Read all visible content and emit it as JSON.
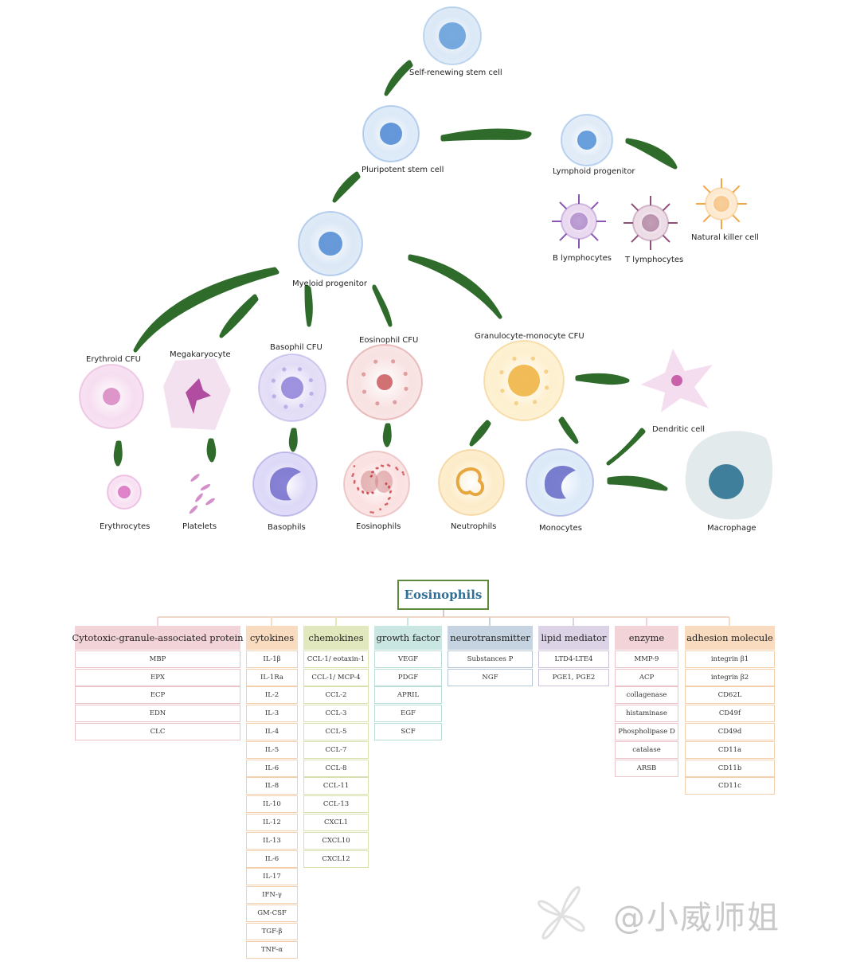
{
  "cells": [
    {
      "id": "self_renewing",
      "label": "Self-renewing stem cell",
      "colors": [
        "#dbe8f6",
        "#5f9bd8"
      ]
    },
    {
      "id": "pluripotent",
      "label": "Pluripotent stem cell",
      "colors": [
        "#dce9f7",
        "#4a86d3"
      ]
    },
    {
      "id": "lymphoid",
      "label": "Lymphoid progenitor",
      "colors": [
        "#e0ebf7",
        "#4f8fd6"
      ]
    },
    {
      "id": "myeloid",
      "label": "Myeloid progenitor",
      "colors": [
        "#dce8f6",
        "#4d88d2"
      ]
    },
    {
      "id": "b_lymph",
      "label": "B lymphocytes",
      "colors": [
        "#e9d8f0",
        "#8a55b3"
      ]
    },
    {
      "id": "t_lymph",
      "label": "T lymphocytes",
      "colors": [
        "#ecdbe6",
        "#8e4f78"
      ]
    },
    {
      "id": "nk",
      "label": "Natural killer cell",
      "colors": [
        "#fde9cf",
        "#f0a84a"
      ]
    },
    {
      "id": "erythroid_cfu",
      "label": "Erythroid CFU",
      "colors": [
        "#f6def0",
        "#d784c1"
      ]
    },
    {
      "id": "megakaryocyte",
      "label": "Megakaryocyte",
      "colors": [
        "#f3e1f0",
        "#b14da0"
      ]
    },
    {
      "id": "basophil_cfu",
      "label": "Basophil CFU",
      "colors": [
        "#e3dcf6",
        "#8d80d8"
      ]
    },
    {
      "id": "eosinophil_cfu",
      "label": "Eosinophil CFU",
      "colors": [
        "#f8e2e2",
        "#c9585b"
      ]
    },
    {
      "id": "gm_cfu",
      "label": "Granulocyte-monocyte CFU",
      "colors": [
        "#fdf0cf",
        "#efb03c"
      ]
    },
    {
      "id": "dendritic",
      "label": "Dendritic cell",
      "colors": [
        "#f3dbee",
        "#c861a9"
      ]
    },
    {
      "id": "erythrocytes",
      "label": "Erythrocytes",
      "colors": [
        "#f7e0f2",
        "#d86fc0"
      ]
    },
    {
      "id": "platelets",
      "label": "Platelets",
      "colors": [
        "#ffffff",
        "#c469b8"
      ]
    },
    {
      "id": "basophils",
      "label": "Basophils",
      "colors": [
        "#dcd8f7",
        "#6a64c9"
      ]
    },
    {
      "id": "eosinophils",
      "label": "Eosinophils",
      "colors": [
        "#fbe1e1",
        "#d07b7e"
      ]
    },
    {
      "id": "neutrophils",
      "label": "Neutrophils",
      "colors": [
        "#fdecc9",
        "#e7a73f"
      ]
    },
    {
      "id": "monocytes",
      "label": "Monocytes",
      "colors": [
        "#dbe9f8",
        "#5b5fc3"
      ]
    },
    {
      "id": "macrophage",
      "label": "Macrophage",
      "colors": [
        "#e3eaec",
        "#3f7f9b"
      ]
    }
  ],
  "arrow_color": "#2f6b2a",
  "title": "Eosinophils",
  "title_color": "#2f6f95",
  "categories": [
    {
      "name": "Cytotoxic-granule-associated protein",
      "header_bg": "#f2d3d8",
      "border": "#ecc3c9",
      "items": [
        "MBP",
        "EPX",
        "ECP",
        "EDN",
        "CLC"
      ]
    },
    {
      "name": "cytokines",
      "header_bg": "#f9dcc0",
      "border": "#f3cfae",
      "items": [
        "IL-1β",
        "IL-1Ra",
        "IL-2",
        "IL-3",
        "IL-4",
        "IL-5",
        "IL-6",
        "IL-8",
        "IL-10",
        "IL-12",
        "IL-13",
        "IL-6",
        "IL-17",
        "IFN-γ",
        "GM-CSF",
        "TGF-β",
        "TNF-α"
      ]
    },
    {
      "name": "chemokines",
      "header_bg": "#e2e8bd",
      "border": "#d9dfae",
      "items": [
        "CCL-1/ eotaxin-1",
        "CCL-1/ MCP-4",
        "CCL-2",
        "CCL-3",
        "CCL-5",
        "CCL-7",
        "CCL-8",
        "CCL-11",
        "CCL-13",
        "CXCL1",
        "CXCL10",
        "CXCL12"
      ]
    },
    {
      "name": "growth factor",
      "header_bg": "#c9e6e2",
      "border": "#b9ddd7",
      "items": [
        "VEGF",
        "PDGF",
        "APRIL",
        "EGF",
        "SCF"
      ]
    },
    {
      "name": "neurotransmitter",
      "header_bg": "#c6d4e2",
      "border": "#b5c6d8",
      "items": [
        "Substances P",
        "NGF"
      ]
    },
    {
      "name": "lipid mediator",
      "header_bg": "#dcd3e6",
      "border": "#cdc2da",
      "items": [
        "LTD4-LTE4",
        "PGE1, PGE2"
      ]
    },
    {
      "name": "enzyme",
      "header_bg": "#f2d3d8",
      "border": "#ecc3c9",
      "items": [
        "MMP-9",
        "ACP",
        "collagenase",
        "histaminase",
        "Phospholipase D",
        "catalase",
        "ARSB"
      ]
    },
    {
      "name": "adhesion molecule",
      "header_bg": "#f9dcc0",
      "border": "#f3cfae",
      "items": [
        "integrin β1",
        "integrin β2",
        "CD62L",
        "CD49f",
        "CD49d",
        "CD11a",
        "CD11b",
        "CD11c"
      ]
    }
  ],
  "watermark": "@小威师姐"
}
